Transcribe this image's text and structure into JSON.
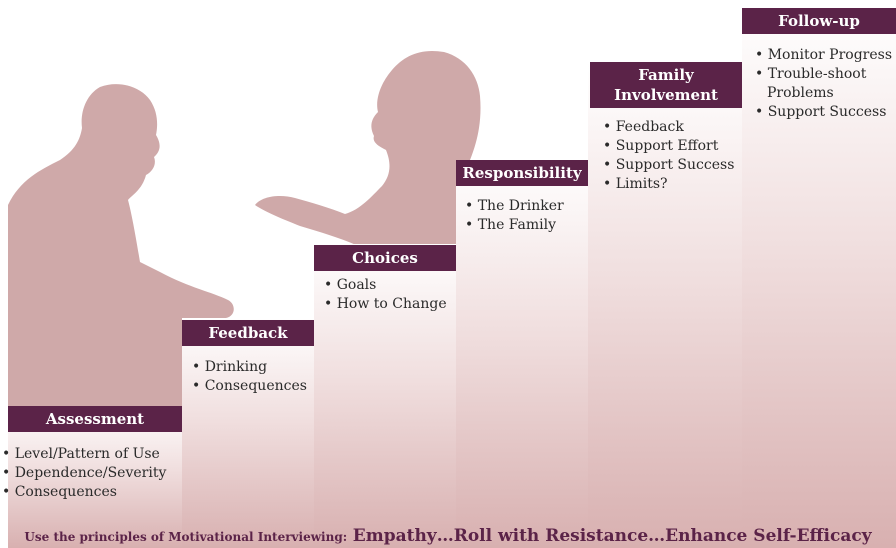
{
  "steps": [
    {
      "title": "Assessment",
      "items": [
        "• Level/Pattern of Use",
        "• Dependence/Severity",
        "• Consequences"
      ]
    },
    {
      "title": "Feedback",
      "items": [
        "• Drinking",
        "• Consequences"
      ]
    },
    {
      "title": "Choices",
      "items": [
        "• Goals",
        "• How to Change"
      ]
    },
    {
      "title": "Responsibility",
      "items": [
        "• The Drinker",
        "• The Family"
      ]
    },
    {
      "title_lines": [
        "Family",
        "Involvement"
      ],
      "items": [
        "• Feedback",
        "• Support Effort",
        "• Support Success",
        "• Limits?"
      ]
    },
    {
      "title": "Follow-up",
      "items": [
        "• Monitor Progress",
        "• Trouble-shoot",
        "Problems",
        "•  Support Success"
      ]
    }
  ],
  "footer": {
    "prefix": "Use the principles of Motivational Interviewing:",
    "emphasis": "Empathy…Roll with Resistance…Enhance Self-Efficacy"
  },
  "colors": {
    "header_bg": "#5b2348",
    "silhouette": "#cfa9a9",
    "step_bottom": "#d8b0b0"
  }
}
